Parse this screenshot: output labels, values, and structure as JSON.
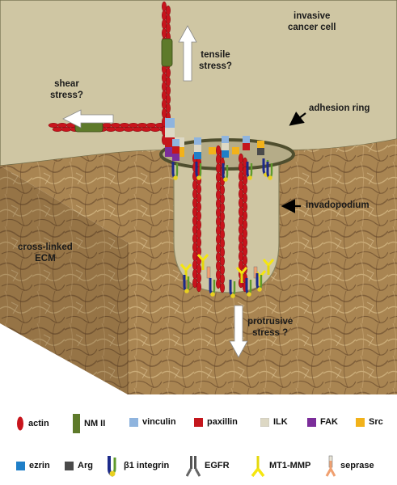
{
  "labels": {
    "cell": "invasive cancer cell",
    "cell_line1": "invasive",
    "cell_line2": "cancer cell",
    "tensile_line1": "tensile",
    "tensile_line2": "stress?",
    "shear_line1": "shear",
    "shear_line2": "stress?",
    "adhesion_ring": "adhesion ring",
    "invadopodium": "invadopodium",
    "ecm_line1": "cross-linked",
    "ecm_line2": "ECM",
    "protrusive_line1": "protrusive",
    "protrusive_line2": "stress ?"
  },
  "legend": [
    {
      "id": "actin",
      "label": "actin",
      "icon": "red-ellipse-icon",
      "color": "#c8141c"
    },
    {
      "id": "nm2",
      "label": "NM II",
      "icon": "olive-bar-icon",
      "color": "#5e7a2a"
    },
    {
      "id": "vinculin",
      "label": "vinculin",
      "icon": "light-blue-square-icon",
      "color": "#8fb4de"
    },
    {
      "id": "paxillin",
      "label": "paxillin",
      "icon": "red-square-icon",
      "color": "#c4161c"
    },
    {
      "id": "ilk",
      "label": "ILK",
      "icon": "beige-square-icon",
      "color": "#ddd8c4"
    },
    {
      "id": "fak",
      "label": "FAK",
      "icon": "purple-square-icon",
      "color": "#7b2d9a"
    },
    {
      "id": "src",
      "label": "Src",
      "icon": "yellow-square-icon",
      "color": "#f2b21a"
    },
    {
      "id": "ezrin",
      "label": "ezrin",
      "icon": "blue-square-icon",
      "color": "#1f7fc8"
    },
    {
      "id": "arg",
      "label": "Arg",
      "icon": "dark-grey-square-icon",
      "color": "#4a4a4a"
    },
    {
      "id": "b1int",
      "label": "β1 integrin",
      "icon": "integrin-icon",
      "color": "#1c2a8a"
    },
    {
      "id": "egfr",
      "label": "EGFR",
      "icon": "egfr-icon",
      "color": "#666666"
    },
    {
      "id": "mt1mmp",
      "label": "MT1-MMP",
      "icon": "mt1-mmp-icon",
      "color": "#f5e60f"
    },
    {
      "id": "seprase",
      "label": "seprase",
      "icon": "seprase-icon",
      "color": "#f0a070"
    }
  ],
  "colors": {
    "cell": "#cfc6a3",
    "membrane": "#4f4e2e",
    "ecm": "#a98552",
    "ecm_dark": "#7a5a32",
    "actin": "#c8141c"
  }
}
